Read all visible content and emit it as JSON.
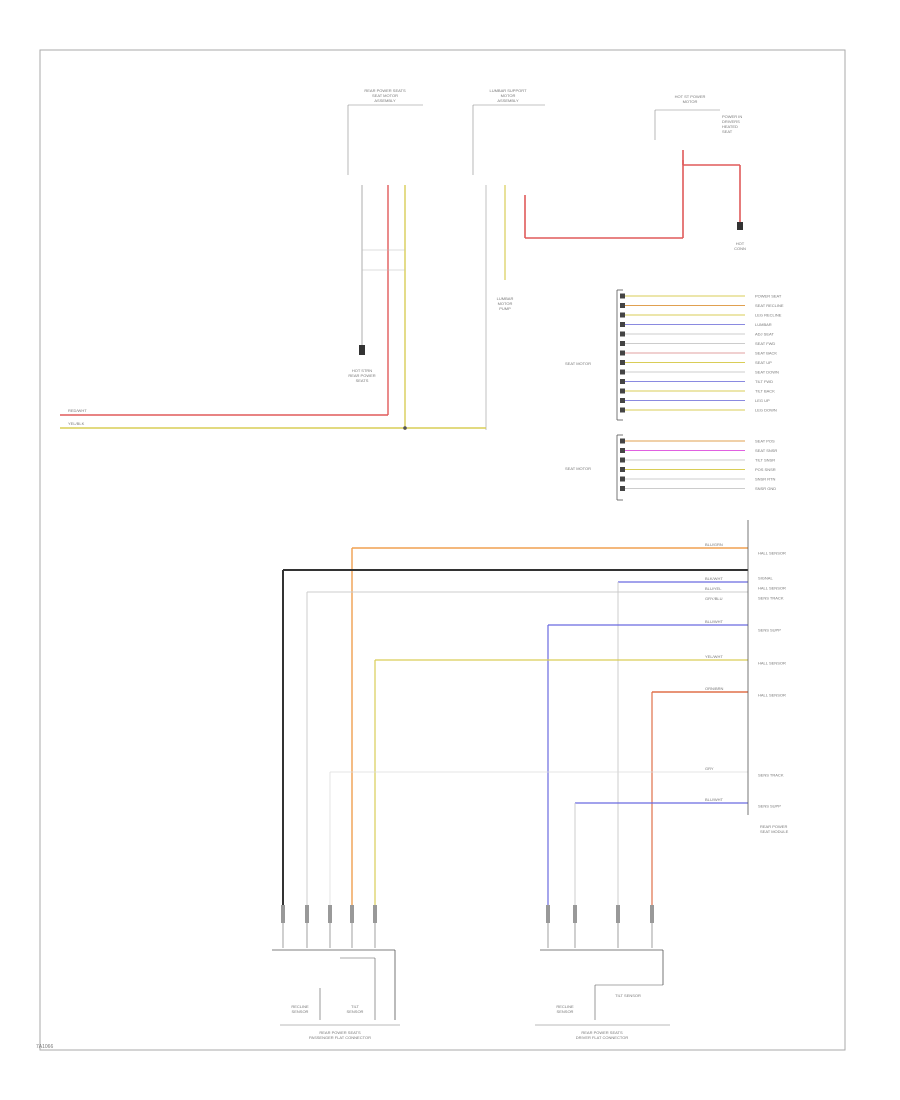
{
  "components": {
    "top_left_module": "REAR POWER SEATS\nSEAT MOTOR\nASSEMBLY",
    "top_center_module": "LUMBAR SUPPORT\nMOTOR\nASSEMBLY",
    "top_right_module": "HOT ST POWER\nMOTOR",
    "top_right_note": "POWER IN\nDRIVERS\nHEATED\nSEAT",
    "ground_top_right": "HOT\nCONN",
    "ground_left": "HOT STRN\nREAR POWER\nSEATS",
    "ground_center": "LUMBAR\nMOTOR\nPUMP",
    "connector_group_1": "SEAT MOTOR",
    "connector_group_2": "SEAT MOTOR",
    "bottom_left_sub1": "RECLINE\nSENSOR",
    "bottom_left_sub2": "TILT\nSENSOR",
    "bottom_left_title": "REAR POWER SEATS\nPASSENGER FLAT CONNECTOR",
    "bottom_right_sub1": "RECLINE\nSENSOR",
    "bottom_right_sub2": "TILT SENSOR",
    "bottom_right_title": "REAR POWER SEATS\nDRIVER FLAT CONNECTOR",
    "right_module_label": "REAR POWER\nSEAT MODULE"
  },
  "wires": {
    "left_red": "RED/WHT",
    "left_yellow": "YEL/BLK"
  },
  "pins_group_1": [
    "POWER SEAT",
    "SEAT RECLINE",
    "LEG RECLINE",
    "LUMBAR",
    "ADJ SEAT",
    "SEAT FWD",
    "SEAT BACK",
    "SEAT UP",
    "SEAT DOWN",
    "TILT FWD",
    "TILT BACK",
    "LEG UP",
    "LEG DOWN"
  ],
  "pins_group_2": [
    "SEAT POS",
    "SEAT SNSR",
    "TILT SNSR",
    "POS SNSR",
    "SNSR RTN",
    "SNSR GND"
  ],
  "lower_pins": [
    "HALL SENSOR",
    "SIGNAL",
    "HALL SENSOR",
    "SENS TRACK",
    "SENS SUPP",
    "HALL SENSOR",
    "HALL SENSOR",
    "SENS TRACK",
    "SENS SUPP"
  ],
  "wire_labels_right": [
    "BLU/GRN",
    "BLK/WHT",
    "BLU/YEL",
    "GRY/BLU",
    "BLU/WHT",
    "YEL/WHT",
    "ORN/BRN",
    "GRY",
    "BLU/WHT"
  ],
  "footer_code": "7A1066"
}
